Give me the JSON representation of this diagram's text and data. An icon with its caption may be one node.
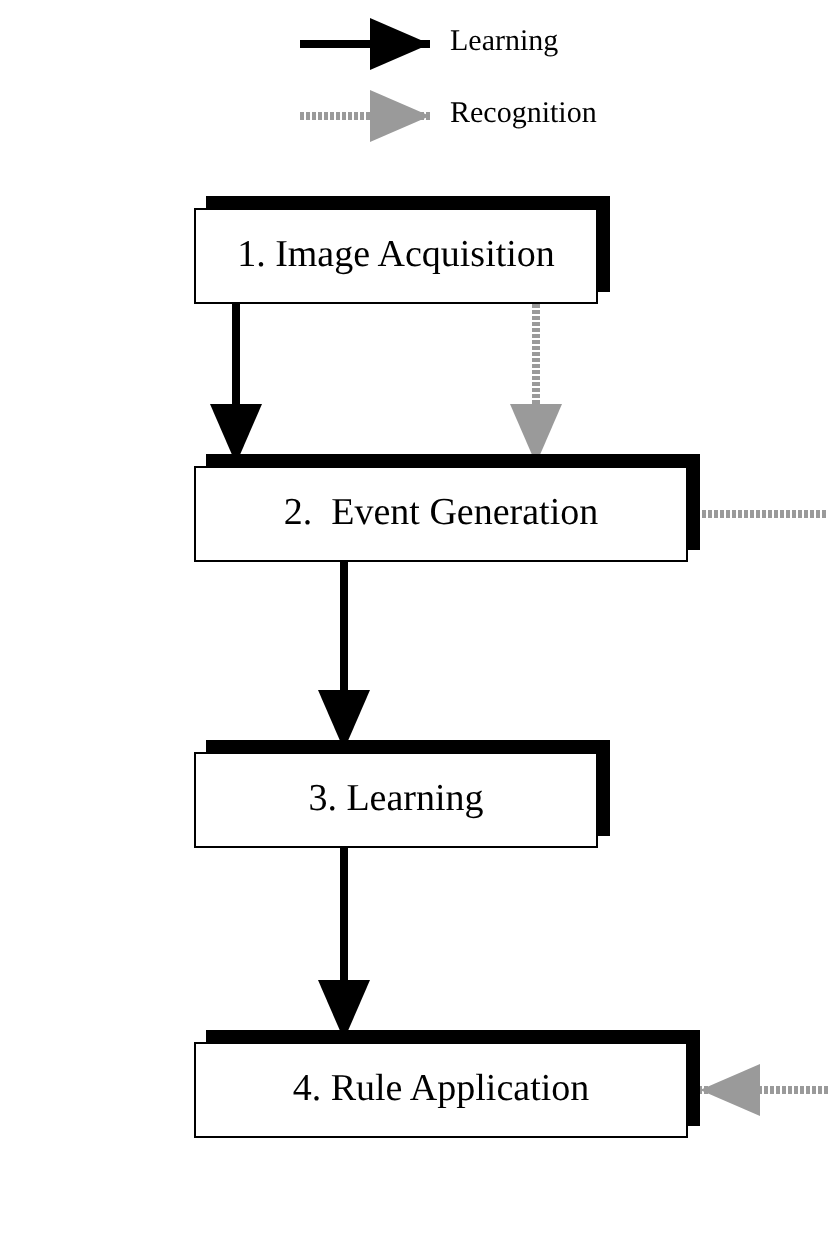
{
  "diagram": {
    "nodes": [
      {
        "text": [
          "1. Image Acquisition"
        ]
      },
      {
        "text": [
          "2.  Event Generation"
        ]
      },
      {
        "text": [
          "3. Learning"
        ]
      },
      {
        "text": [
          "4. Rule Application"
        ]
      }
    ],
    "edges": [
      {
        "from": 0,
        "to": 1,
        "arrow": "to"
      },
      {
        "from": 0,
        "to": 1,
        "arrow": "to",
        "style": "dashed",
        "color": "#9a9a9a"
      },
      {
        "from": 1,
        "to": 2,
        "arrow": "to"
      },
      {
        "from": 2,
        "to": 3,
        "arrow": "to"
      },
      {
        "from": 1,
        "to": null,
        "arrow": "none",
        "style": "dashed",
        "color": "#9a9a9a"
      },
      {
        "from": null,
        "to": 3,
        "arrow": "to",
        "style": "dashed",
        "color": "#9a9a9a"
      }
    ],
    "legend": [
      {
        "text": "Learning"
      },
      {
        "text": "Recognition"
      }
    ]
  }
}
